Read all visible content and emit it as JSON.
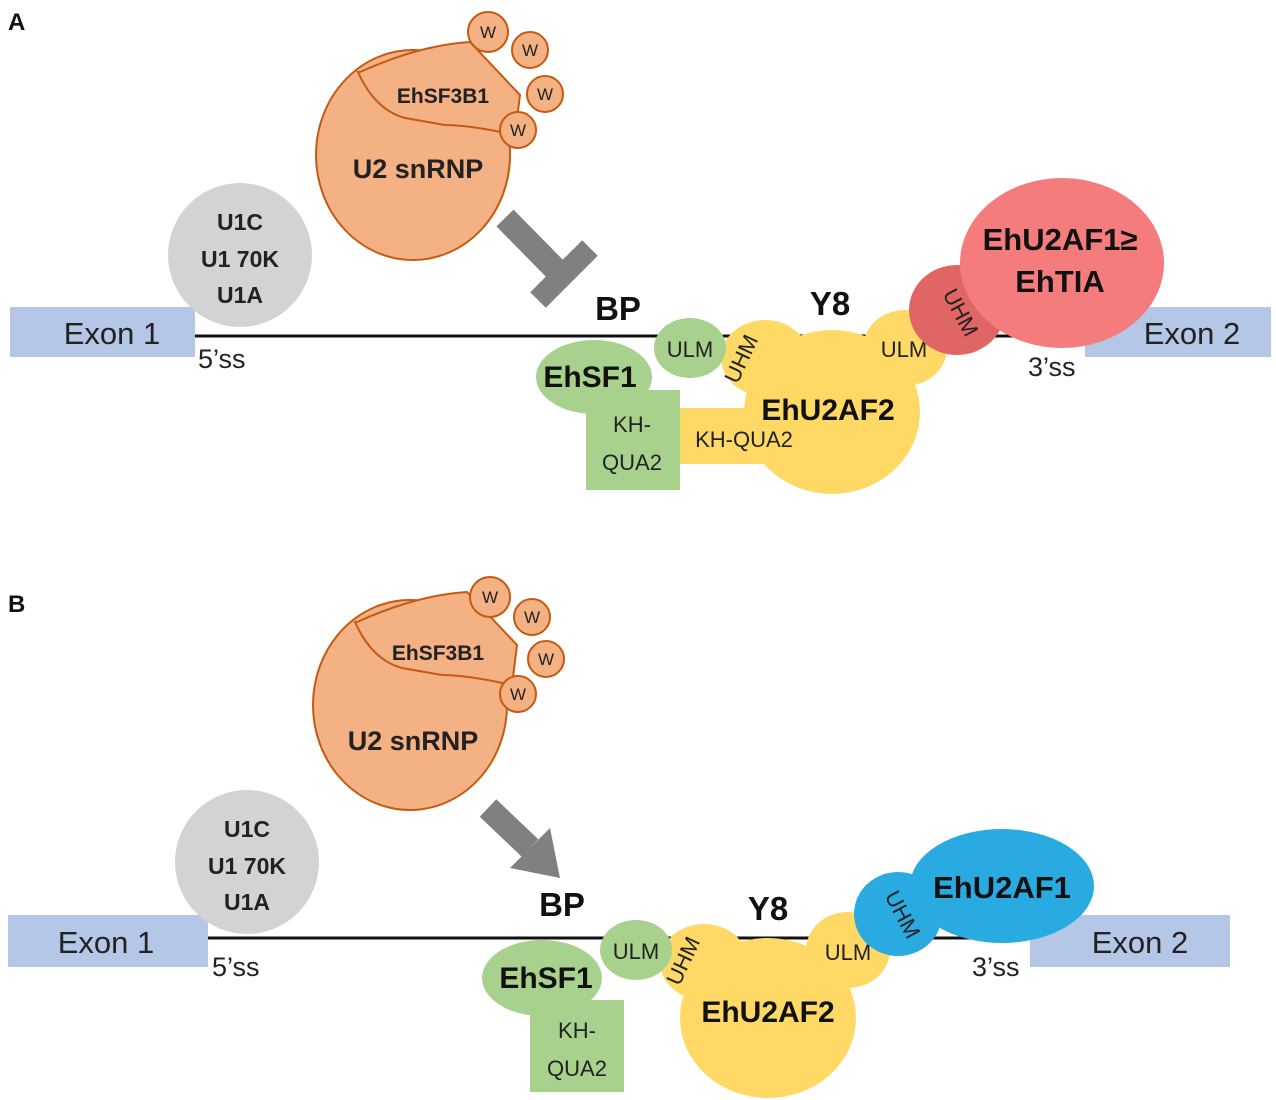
{
  "panels": {
    "a": {
      "letter": "A",
      "exon1": "Exon 1",
      "exon2": "Exon 2",
      "ss5": "5’ss",
      "ss3": "3’ss",
      "u1": {
        "line1": "U1C",
        "line2": "U1 70K",
        "line3": "U1A"
      },
      "u2": {
        "sf3b1": "EhSF3B1",
        "name": "U2 snRNP",
        "w": "W"
      },
      "bp": "BP",
      "y8": "Y8",
      "sf1": {
        "name": "EhSF1",
        "ulm": "ULM",
        "kh_line1": "KH-",
        "kh_line2": "QUA2"
      },
      "u2af2": {
        "name": "EhU2AF2",
        "uhm": "UHM",
        "ulm": "ULM",
        "kh": "KH-QUA2"
      },
      "u2af1": {
        "line1": "EhU2AF1≥",
        "line2": "EhTIA",
        "uhm": "UHM"
      }
    },
    "b": {
      "letter": "B",
      "exon1": "Exon 1",
      "exon2": "Exon 2",
      "ss5": "5’ss",
      "ss3": "3’ss",
      "u1": {
        "line1": "U1C",
        "line2": "U1 70K",
        "line3": "U1A"
      },
      "u2": {
        "sf3b1": "EhSF3B1",
        "name": "U2 snRNP",
        "w": "W"
      },
      "bp": "BP",
      "y8": "Y8",
      "sf1": {
        "name": "EhSF1",
        "ulm": "ULM",
        "kh_line1": "KH-",
        "kh_line2": "QUA2"
      },
      "u2af2": {
        "name": "EhU2AF2",
        "uhm": "UHM",
        "ulm": "ULM"
      },
      "u2af1": {
        "name": "EhU2AF1",
        "uhm": "UHM"
      }
    }
  },
  "colors": {
    "exon": "#b4c7e7",
    "u1": "#d3d3d3",
    "u2": "#f4b183",
    "u2_stroke": "#c55a11",
    "sf1": "#a9d18e",
    "u2af2": "#ffd966",
    "u2af1_a": "#f47c7c",
    "uhm_a": "#e06666",
    "u2af1_b": "#29abe2",
    "arrow": "#808080"
  }
}
